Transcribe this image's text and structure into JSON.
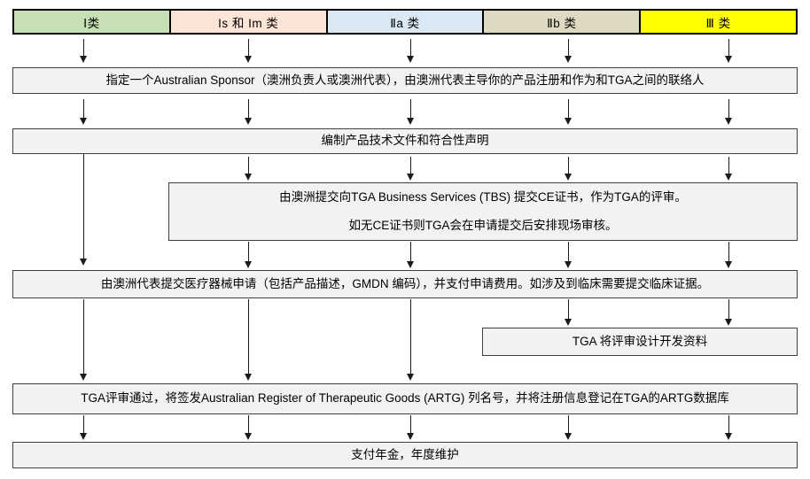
{
  "device_classes": [
    {
      "label": "Ⅰ类",
      "color": "#c6e0b4"
    },
    {
      "label": "Is 和 Im 类",
      "color": "#fce4d6"
    },
    {
      "label": "Ⅱa 类",
      "color": "#d9e8f3"
    },
    {
      "label": "Ⅱb 类",
      "color": "#ddd9c3"
    },
    {
      "label": "Ⅲ 类",
      "color": "#ffff00"
    }
  ],
  "steps": {
    "appoint_sponsor": "指定一个Australian Sponsor（澳洲负责人或澳洲代表），由澳洲代表主导你的产品注册和作为和TGA之间的联络人",
    "technical_documentation": "编制产品技术文件和符合性声明",
    "ce_submission_line1": "由澳洲提交向TGA Business Services (TBS) 提交CE证书，作为TGA的评审。",
    "ce_submission_line2": "如无CE证书则TGA会在申请提交后安排现场审核。",
    "device_application": "由澳洲代表提交医疗器械申请（包括产品描述，GMDN 编码），并支付申请费用。如涉及到临床需要提交临床证据。",
    "design_dossier_review": "TGA 将评审设计开发资料",
    "artg_listing": "TGA评审通过，将签发Australian Register of Therapeutic Goods (ARTG) 列名号，并将注册信息登记在TGA的ARTG数据库",
    "annual_maintenance": "支付年金，年度维护"
  },
  "colors": {
    "box_fill": "#f2f2f2",
    "box_border": "#404040",
    "arrow": "#1a1a1a"
  }
}
